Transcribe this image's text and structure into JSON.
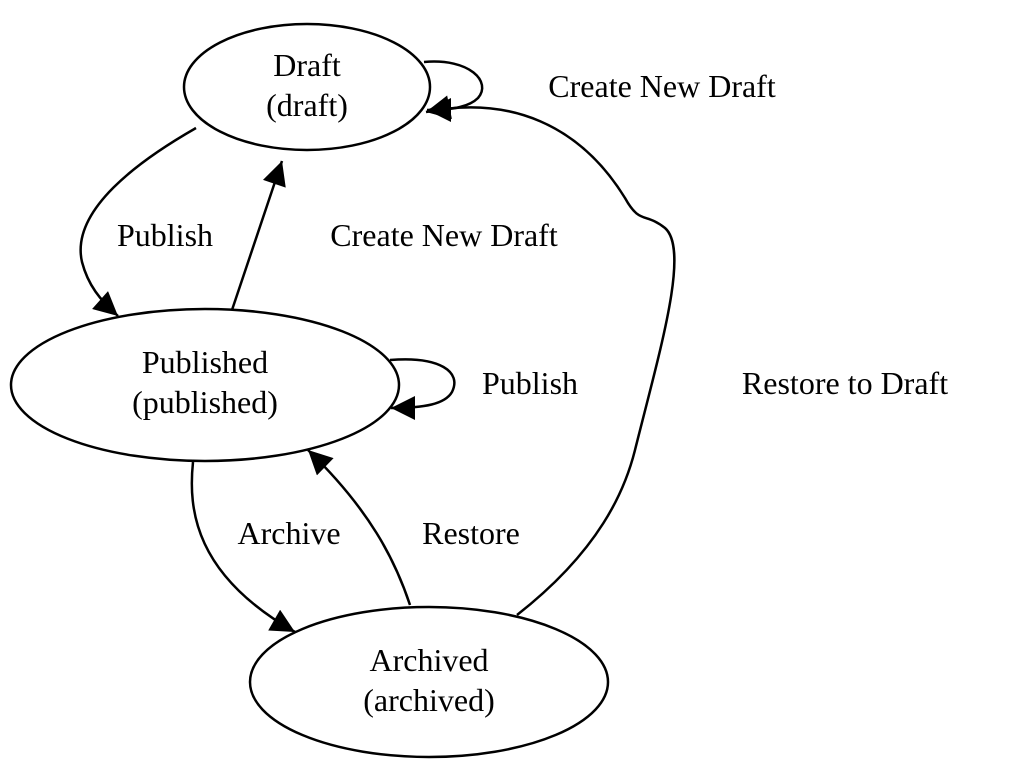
{
  "nodes": {
    "draft": {
      "title": "Draft",
      "id": "(draft)"
    },
    "published": {
      "title": "Published",
      "id": "(published)"
    },
    "archived": {
      "title": "Archived",
      "id": "(archived)"
    }
  },
  "edges": {
    "draft_self": "Create New Draft",
    "draft_to_published": "Publish",
    "published_to_draft": "Create New Draft",
    "published_self": "Publish",
    "published_to_archived": "Archive",
    "archived_to_published": "Restore",
    "archived_to_draft": "Restore to Draft"
  }
}
